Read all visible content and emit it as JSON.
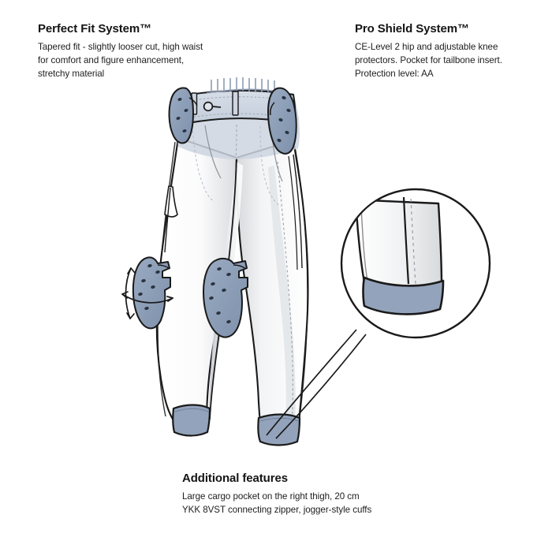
{
  "page": {
    "background_color": "#ffffff",
    "product_type": "motorcycle protective pants technical illustration"
  },
  "annotations": [
    {
      "id": "perfect-fit",
      "title": "Perfect Fit System™",
      "lines": [
        "Tapered fit - slightly looser cut, high waist",
        "for comfort and figure enhancement,",
        "stretchy material"
      ]
    },
    {
      "id": "pro-shield",
      "title": "Pro Shield System™",
      "lines": [
        "CE-Level 2 hip and adjustable knee",
        "protectors. Pocket for tailbone insert.",
        "Protection level: AA"
      ]
    },
    {
      "id": "additional",
      "title": "Additional features",
      "lines": [
        "Large cargo pocket on the right thigh, 20 cm",
        "YKK 8VST connecting zipper, jogger-style cuffs"
      ]
    }
  ],
  "illustration": {
    "name": "protective-pants-technical-drawing",
    "colors": {
      "outline": "#1a1a1a",
      "fabric_light": "#ffffff",
      "fabric_shade": "#e8e9ea",
      "fabric_shade_deep": "#cfd2d6",
      "waistband_fill": "#ccd4e0",
      "protector_fill": "#8d9fb8",
      "protector_fill_dark": "#7b8da8",
      "protector_dot": "#2b3440",
      "cuff_band": "#93a3bb",
      "stitch_line": "#b8bec7",
      "magnifier_stroke": "#1a1a1a"
    },
    "parts": [
      {
        "name": "waistband",
        "label": "high waist waistband with belt loops"
      },
      {
        "name": "waist-button",
        "label": "front closure button"
      },
      {
        "name": "hip-protector-left",
        "label": "CE-Level 2 hip protector"
      },
      {
        "name": "hip-protector-right",
        "label": "CE-Level 2 hip protector"
      },
      {
        "name": "knee-protector-left",
        "label": "adjustable knee protector"
      },
      {
        "name": "knee-protector-right",
        "label": "adjustable knee protector"
      },
      {
        "name": "cargo-pocket",
        "label": "large cargo pocket right thigh"
      },
      {
        "name": "cuff-left",
        "label": "jogger-style cuff"
      },
      {
        "name": "cuff-right",
        "label": "jogger-style cuff"
      },
      {
        "name": "magnifier-cuff-detail",
        "label": "cuff zoom detail circle"
      },
      {
        "name": "adjustment-arrows",
        "label": "knee protector adjustment arrows"
      }
    ]
  }
}
